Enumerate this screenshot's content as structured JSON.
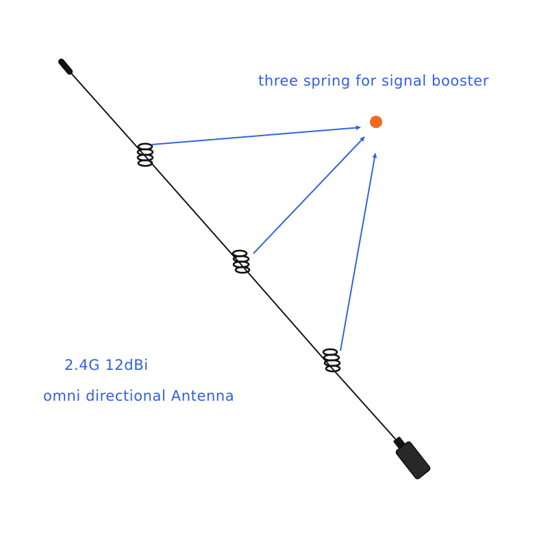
{
  "image": {
    "antenna_color": "#151515",
    "arrow_color": "#3062e0",
    "dot_color": "#f26a1b",
    "text_color": "#2f5ee6",
    "background": "#ffffff",
    "spring_count": 3
  },
  "labels": {
    "callout": "three spring for signal booster",
    "spec": "2.4G 12dBi",
    "product": "omni directional Antenna"
  }
}
